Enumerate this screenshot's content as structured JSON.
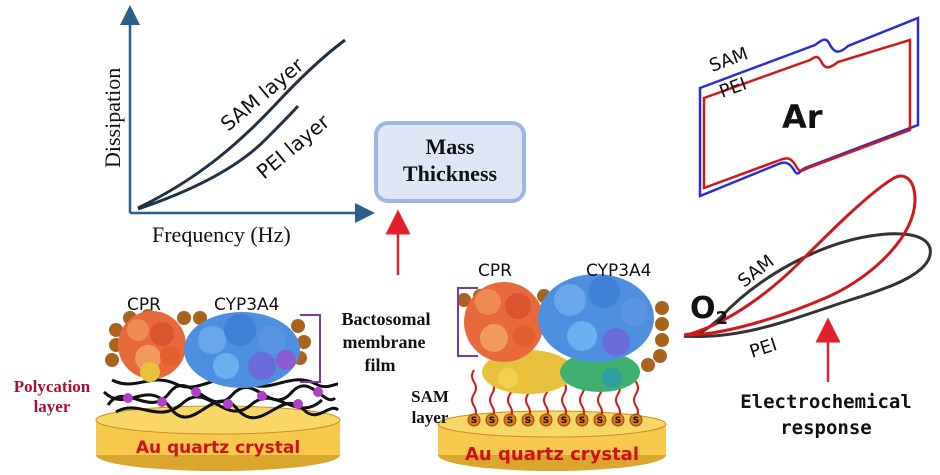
{
  "qcm_plot": {
    "y_axis_label": "Dissipation",
    "x_axis_label": "Frequency (Hz)",
    "sam_curve_label": "SAM layer",
    "pei_curve_label": "PEI layer"
  },
  "mass_box": {
    "line1": "Mass",
    "line2": "Thickness"
  },
  "left_film": {
    "cpr_label": "CPR",
    "cyp_label": "CYP3A4",
    "polycation_label_line1": "Polycation",
    "polycation_label_line2": "layer",
    "crystal_label": "Au quartz crystal",
    "crystal_color": "#f6c84c",
    "label_color": "#d0101a"
  },
  "membrane_label": {
    "line1": "Bactosomal",
    "line2": "membrane",
    "line3": "film"
  },
  "right_film": {
    "cpr_label": "CPR",
    "cyp_label": "CYP3A4",
    "sam_label_line1": "SAM",
    "sam_label_line2": "layer",
    "crystal_label": "Au quartz crystal",
    "sulfur_symbol": "S"
  },
  "cv_top": {
    "label_sam": "SAM",
    "label_pei": "PEI",
    "gas_label": "Ar"
  },
  "cv_bottom": {
    "label_sam": "SAM",
    "label_pei": "PEI",
    "gas_label": "O",
    "gas_subscript": "2"
  },
  "electrochem_caption": {
    "line1": "Electrochemical",
    "line2": "response"
  },
  "colors": {
    "sam_curve": "#d01818",
    "pei_curve": "#333333",
    "sam_box": "#2a2ed8",
    "arrow": "#e0202a",
    "mass_box_fill": "#dfe7f7",
    "mass_box_border": "#9fb6df",
    "cpr_protein": "#e86a3c",
    "cyp_protein": "#4f8fe0",
    "lipid_head": "#a8641e",
    "bracket": "#7b3aa8",
    "polycation": "#111111",
    "plus_bead": "#b040c8"
  }
}
